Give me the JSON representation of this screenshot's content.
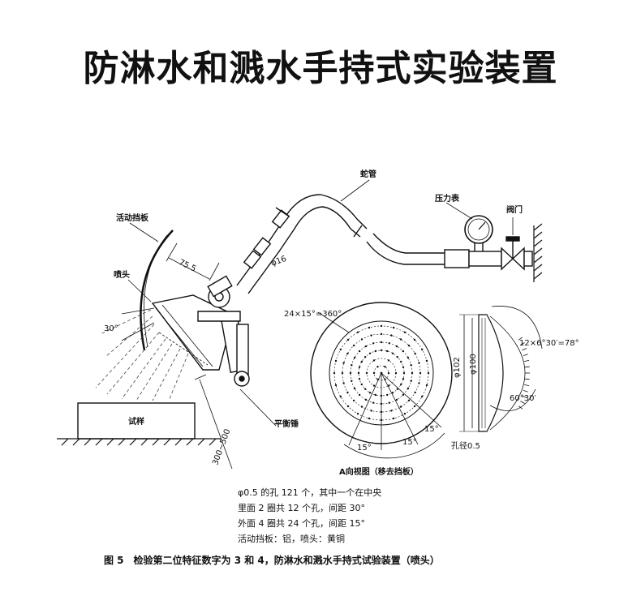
{
  "title": "防淋水和溅水手持式实验装置",
  "labels": {
    "hose": "蛇管",
    "pressure_gauge": "压力表",
    "valve": "阀门",
    "movable_shield": "活动挡板",
    "nozzle": "喷头",
    "dim_75_5": "75.5",
    "dim_phi16": "φ16",
    "angle_30": "30°",
    "sample": "试样",
    "counterweight": "平衡锤",
    "dim_300_500": "300~500",
    "holes_angle": "24×15°=360°",
    "shield_angle": "12×6°30′=78°",
    "dim_phi102": "φ102",
    "dim_phi100": "φ100",
    "angle_60_30": "60°30′",
    "angle_15_a": "15°",
    "angle_15_b": "15°",
    "angle_15_c": "15°",
    "hole_dia": "孔径0.5",
    "view_a": "A向视图（移去挡板）"
  },
  "notes": [
    "φ0.5 的孔 121 个，其中一个在中央",
    "里面 2 圈共 12 个孔，间距 30°",
    "外面 4 圈共 24 个孔，间距 15°",
    "活动挡板：铝，喷头：黄铜"
  ],
  "caption": "图 5　检验第二位特征数字为 3 和 4，防淋水和溅水手持式试验装置（喷头）"
}
